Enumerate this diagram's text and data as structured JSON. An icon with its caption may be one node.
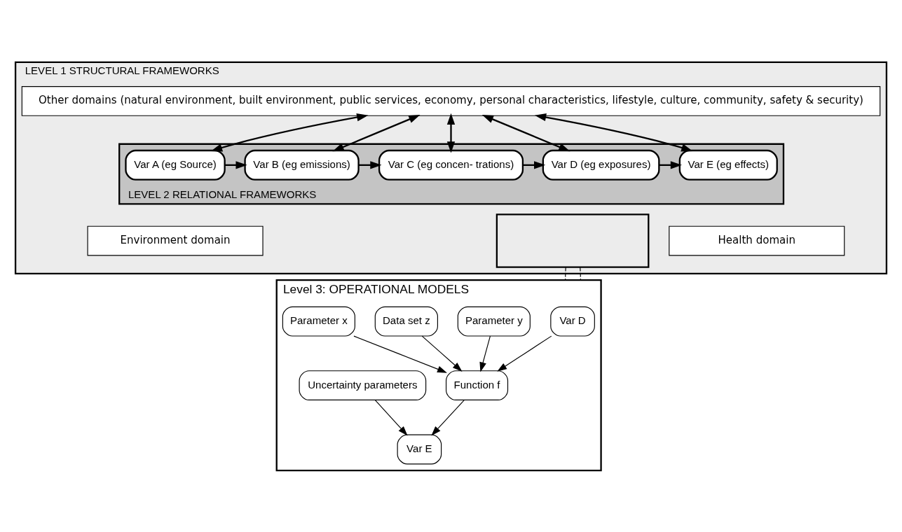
{
  "diagram": {
    "nodes": [
      {
        "text": [
          "LEVEL 1 STRUCTURAL FRAMEWORKS"
        ]
      },
      {
        "text": [
          "Other domains (natural environment, built environment, public services, economy, personal characteristics, lifestyle, culture, community, safety & security)"
        ],
        "in": 0
      },
      {
        "text": [
          "Environment domain"
        ],
        "in": 0
      },
      {
        "text": [
          "Health domain"
        ],
        "in": 0
      },
      {
        "text": [
          "LEVEL 2 RELATIONAL FRAMEWORKS"
        ],
        "in": 0
      },
      {
        "text": [
          "Var A (eg Source)"
        ],
        "in": 4
      },
      {
        "text": [
          "Var B (eg emissions)"
        ],
        "in": 4
      },
      {
        "text": [
          "Var C (eg concen- trations)"
        ],
        "in": 4
      },
      {
        "text": [
          "Var D (eg exposures)"
        ],
        "in": 4
      },
      {
        "text": [
          "Var E (eg effects)"
        ],
        "in": 4
      },
      {
        "text": [],
        "shape": "box",
        "in": 0
      },
      {
        "text": [
          "Level 3: OPERATIONAL MODELS"
        ]
      },
      {
        "text": [
          "Var D"
        ],
        "in": 11
      },
      {
        "text": [
          "Parameter y"
        ],
        "in": 11
      },
      {
        "text": [
          "Data set z"
        ],
        "in": 11
      },
      {
        "text": [
          "Parameter x"
        ],
        "in": 11
      },
      {
        "text": [
          "Function f"
        ],
        "in": 11
      },
      {
        "text": [
          "Uncertainty parameters"
        ],
        "in": 11
      },
      {
        "text": [
          "Var E"
        ],
        "in": 11
      }
    ],
    "edges": [
      {
        "from": 1,
        "to": 5,
        "arrow": "both"
      },
      {
        "from": 1,
        "to": 6,
        "arrow": "both"
      },
      {
        "from": 1,
        "to": 7,
        "arrow": "both"
      },
      {
        "from": 1,
        "to": 8,
        "arrow": "both"
      },
      {
        "from": 1,
        "to": 9,
        "arrow": "both"
      },
      {
        "from": 5,
        "to": 6,
        "arrow": "to"
      },
      {
        "from": 6,
        "to": 7,
        "arrow": "to"
      },
      {
        "from": 7,
        "to": 8,
        "arrow": "to"
      },
      {
        "from": 8,
        "to": 9,
        "arrow": "to"
      },
      {
        "from": 12,
        "to": 16,
        "arrow": "to"
      },
      {
        "from": 13,
        "to": 16,
        "arrow": "to"
      },
      {
        "from": 14,
        "to": 16,
        "arrow": "to"
      },
      {
        "from": 15,
        "to": 16,
        "arrow": "to"
      },
      {
        "from": 16,
        "to": 18,
        "arrow": "to"
      },
      {
        "from": 17,
        "to": 18,
        "arrow": "to"
      },
      {
        "from": 10,
        "to": 11,
        "arrow": "none",
        "style": "dashed"
      },
      {
        "from": 10,
        "to": 11,
        "arrow": "none",
        "style": "dashed"
      }
    ]
  }
}
